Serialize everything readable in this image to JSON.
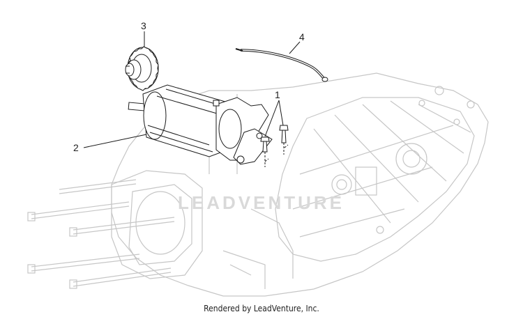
{
  "callouts": [
    {
      "id": "1",
      "label": "1"
    },
    {
      "id": "2",
      "label": "2"
    },
    {
      "id": "3",
      "label": "3"
    },
    {
      "id": "4",
      "label": "4"
    }
  ],
  "watermark": "LEADVENTURE",
  "footer_text": "Rendered by LeadVenture, Inc.",
  "colors": {
    "ghost_lines": "#c8c8c8",
    "part_lines": "#1a1a1a",
    "background": "#ffffff"
  }
}
